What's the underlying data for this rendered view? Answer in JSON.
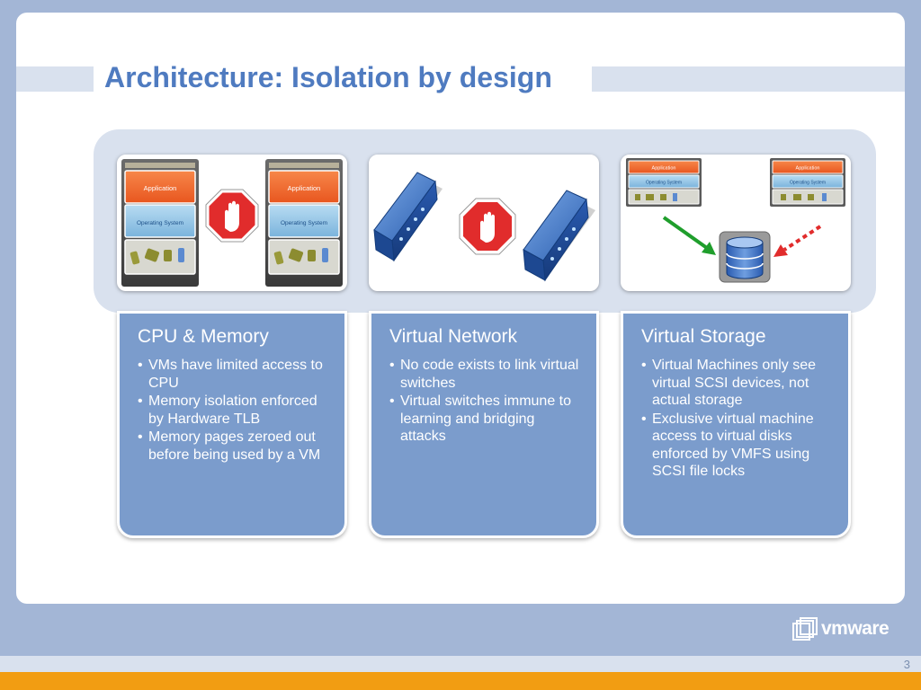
{
  "slide": {
    "title": "Architecture: Isolation by design",
    "page_number": "3"
  },
  "columns": [
    {
      "heading": "CPU & Memory",
      "bullets": [
        "VMs have limited access to CPU",
        "Memory isolation enforced by Hardware TLB",
        "Memory pages zeroed out before being used by a VM"
      ]
    },
    {
      "heading": "Virtual Network",
      "bullets": [
        "No code exists to link virtual switches",
        "Virtual switches immune to learning and bridging attacks"
      ]
    },
    {
      "heading": "Virtual Storage",
      "bullets": [
        "Virtual Machines only see virtual SCSI devices, not actual storage",
        "Exclusive virtual machine access to virtual disks enforced by VMFS using SCSI file locks"
      ]
    }
  ],
  "diagram": {
    "app_label": "Application",
    "os_label": "Operating System"
  },
  "brand": {
    "logo_text": "vmware",
    "colors": {
      "title_blue": "#4f7bc0",
      "column_blue": "#7b9ccc",
      "accent_orange": "#f29d12",
      "stop_red": "#e12c2c"
    }
  }
}
